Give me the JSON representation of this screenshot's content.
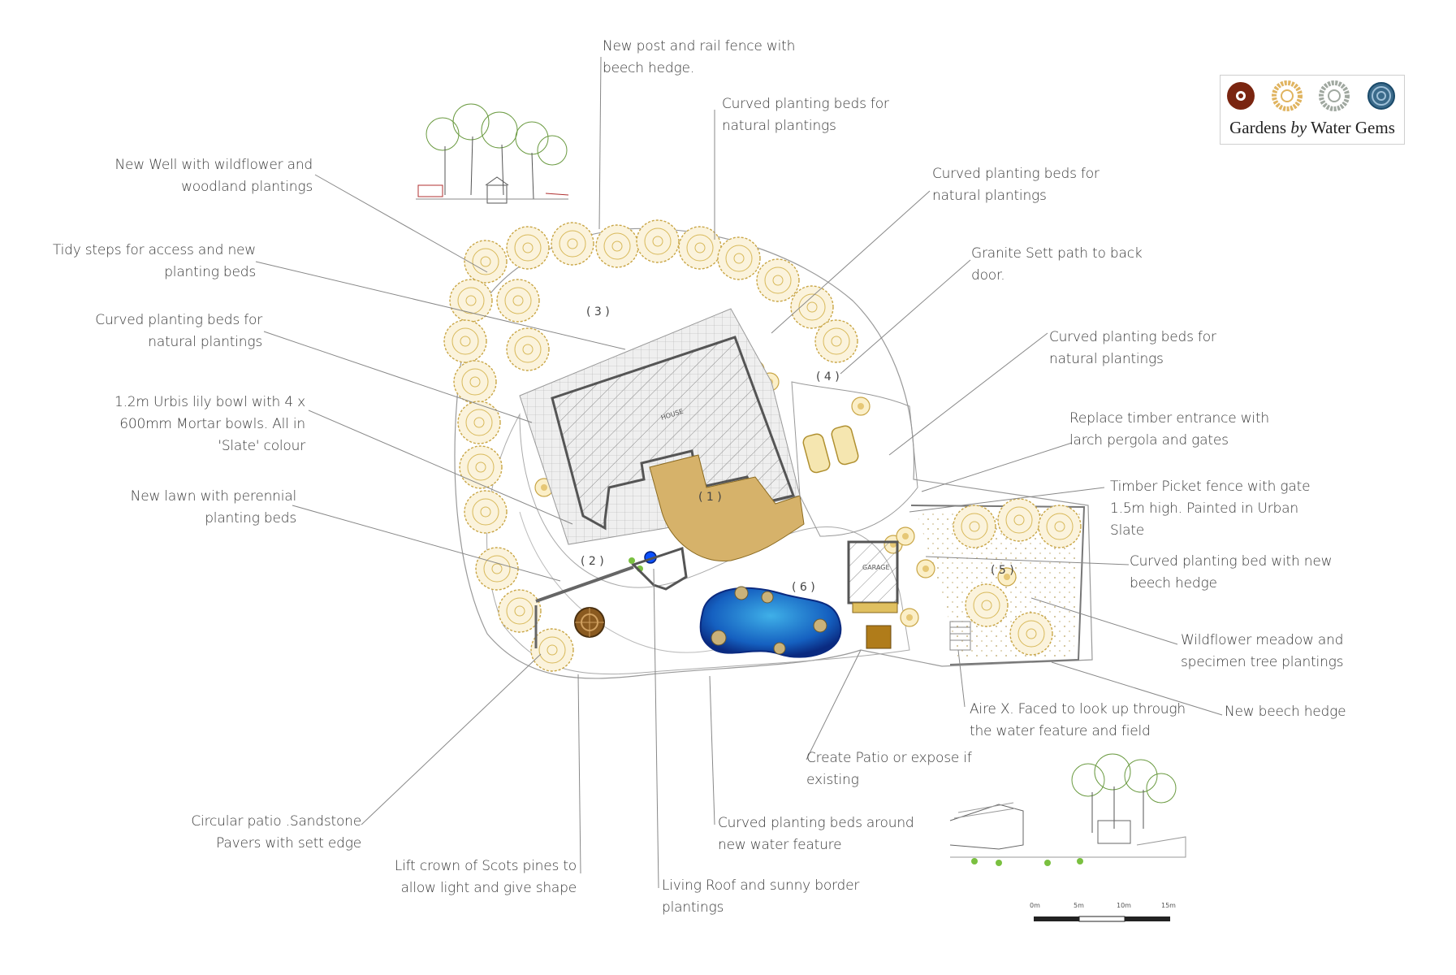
{
  "logo": {
    "name_main": "Gardens ",
    "name_by": "by",
    "name_rest": " Water Gems"
  },
  "plan_labels": {
    "house": "HOUSE",
    "garage": "GARAGE",
    "areas": [
      "( 1 )",
      "( 2 )",
      "( 3 )",
      "( 4 )",
      "( 5 )",
      "( 6 )"
    ]
  },
  "scale_bar": {
    "ticks": [
      "0m",
      "5m",
      "10m",
      "15m"
    ]
  },
  "annotations": [
    {
      "id": "fence",
      "text": "New post and rail fence with\nbeech hedge."
    },
    {
      "id": "beds-top",
      "text": "Curved planting beds for\nnatural plantings"
    },
    {
      "id": "beds-right-1",
      "text": "Curved planting beds for\nnatural plantings"
    },
    {
      "id": "granite",
      "text": "Granite Sett path to back\ndoor."
    },
    {
      "id": "beds-right-2",
      "text": "Curved planting beds for\nnatural plantings"
    },
    {
      "id": "pergola",
      "text": "Replace timber entrance with\nlarch pergola and gates"
    },
    {
      "id": "picket",
      "text": "Timber Picket fence with gate\n1.5m high. Painted in Urban\nSlate"
    },
    {
      "id": "beech-bed",
      "text": "Curved planting bed with new\nbeech hedge"
    },
    {
      "id": "meadow",
      "text": "Wildflower meadow and\nspecimen tree plantings"
    },
    {
      "id": "beech-hedge",
      "text": "New beech hedge"
    },
    {
      "id": "aire",
      "text": "Aire  X. Faced to look up through\nthe water feature and field"
    },
    {
      "id": "patio",
      "text": "Create Patio or expose if\nexisting"
    },
    {
      "id": "water-beds",
      "text": "Curved planting beds around\nnew water feature"
    },
    {
      "id": "living-roof",
      "text": "Living Roof and sunny border\nplantings"
    },
    {
      "id": "scots",
      "text": "Lift crown of Scots pines to\nallow light and give shape"
    },
    {
      "id": "circular",
      "text": "Circular patio .Sandstone\nPavers with sett edge"
    },
    {
      "id": "well",
      "text": "New Well with wildflower and\nwoodland plantings"
    },
    {
      "id": "steps",
      "text": "Tidy steps for access and new\nplanting beds"
    },
    {
      "id": "beds-left",
      "text": "Curved planting beds for\nnatural plantings"
    },
    {
      "id": "lily",
      "text": "1.2m Urbis lily bowl with 4 x\n600mm Mortar bowls. All in\n'Slate' colour"
    },
    {
      "id": "lawn",
      "text": "New lawn with perennial\nplanting beds"
    }
  ]
}
